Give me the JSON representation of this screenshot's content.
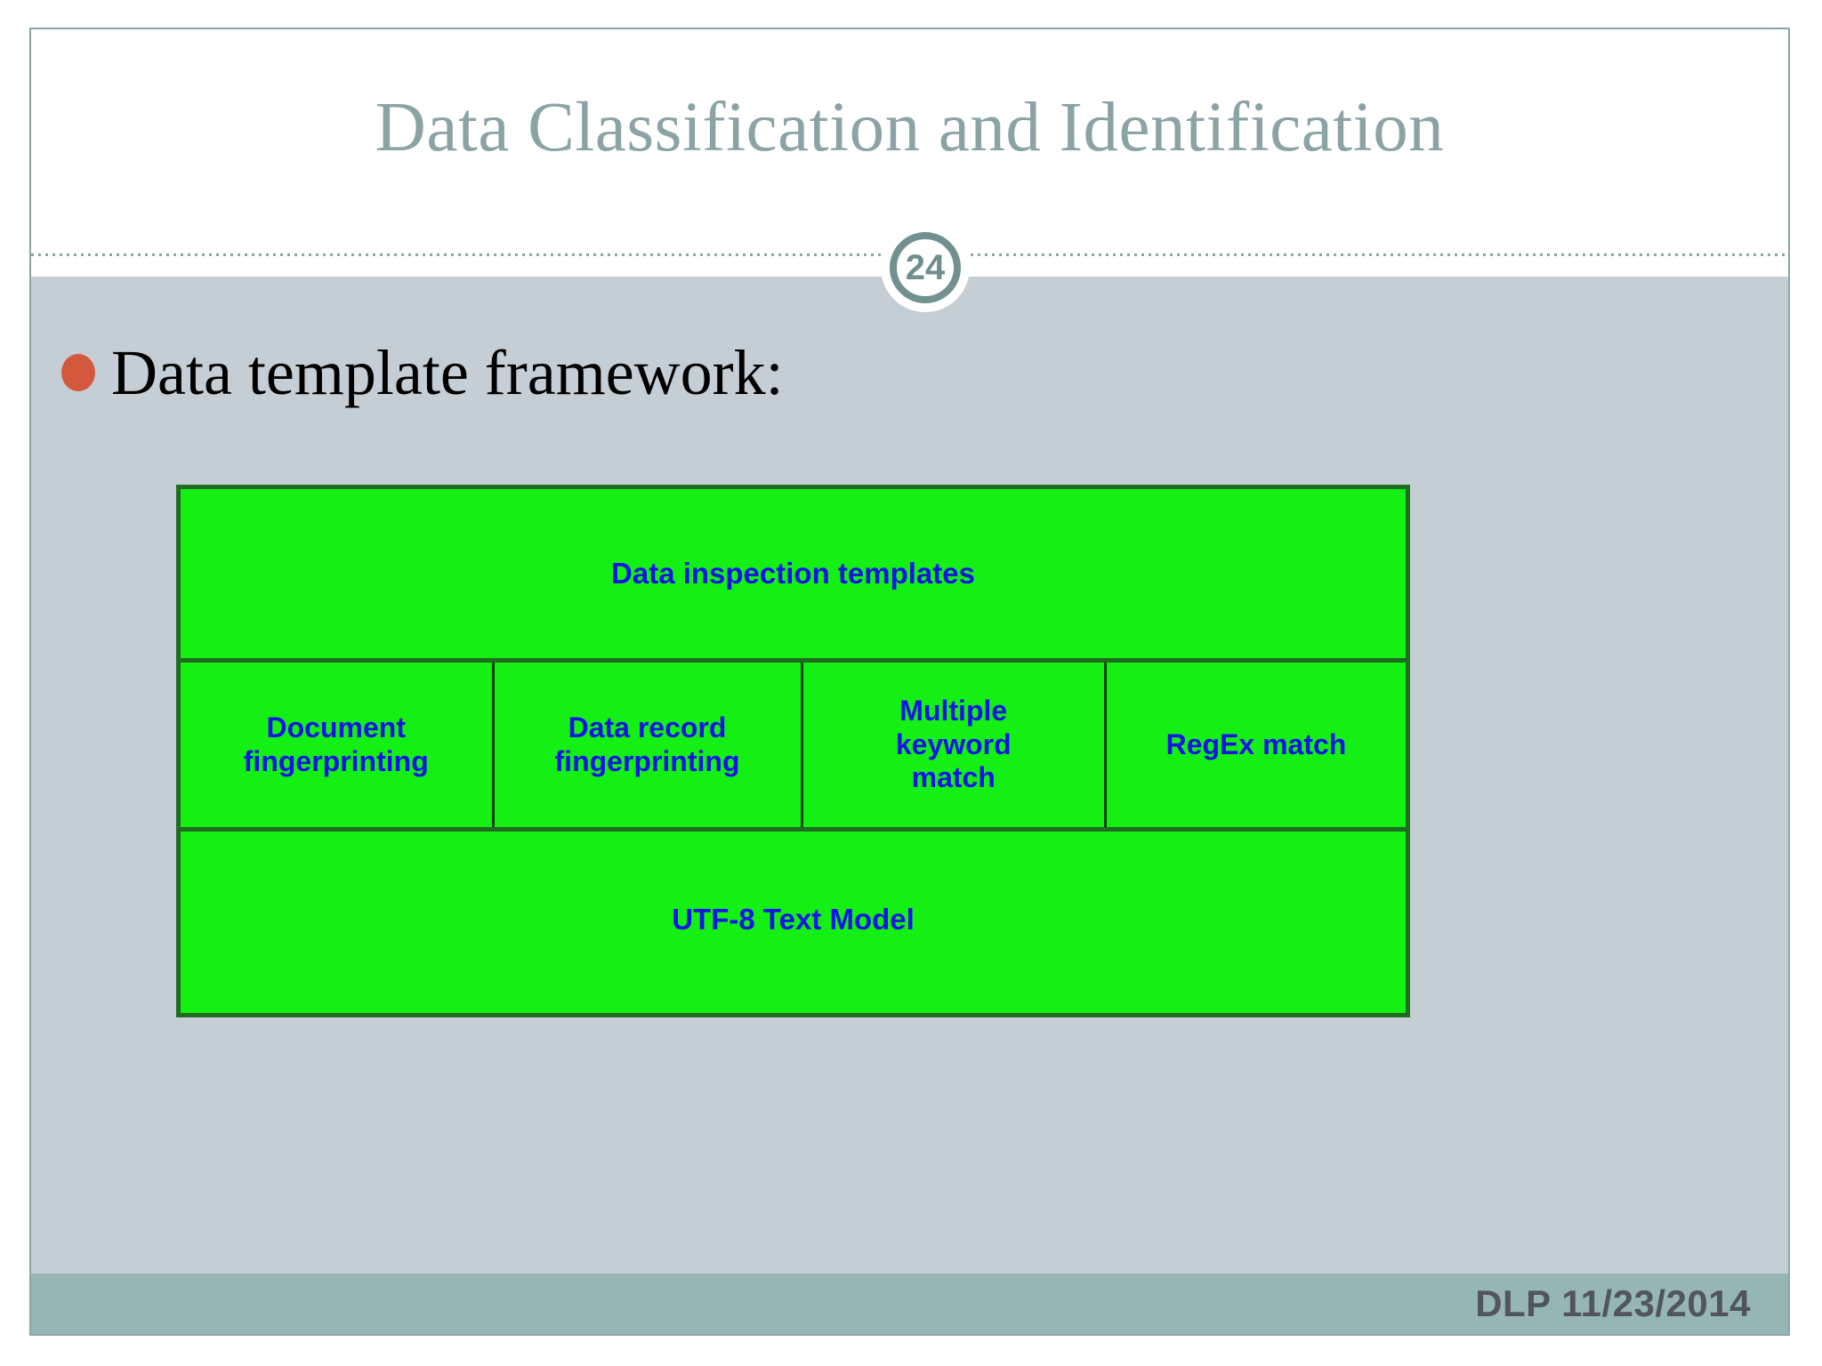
{
  "slide": {
    "title": "Data Classification and Identification",
    "page_number": "24",
    "bullet": {
      "icon": "bullet-dot",
      "text": "Data template framework:"
    },
    "footer": "DLP 11/23/2014"
  },
  "diagram": {
    "name": "data-template-framework-diagram",
    "rows": [
      {
        "id": "top",
        "cells": [
          {
            "id": "inspection-templates",
            "label": "Data  inspection templates"
          }
        ]
      },
      {
        "id": "middle",
        "cells": [
          {
            "id": "document-fingerprinting",
            "label": "Document\nfingerprinting"
          },
          {
            "id": "data-record-fingerprinting",
            "label": "Data record\nfingerprinting"
          },
          {
            "id": "multiple-keyword-match",
            "label": "Multiple\nkeyword\nmatch"
          },
          {
            "id": "regex-match",
            "label": "RegEx  match"
          }
        ]
      },
      {
        "id": "bottom",
        "cells": [
          {
            "id": "utf8-text-model",
            "label": "UTF-8 Text Model"
          }
        ]
      }
    ]
  },
  "colors": {
    "title_text": "#8ba3a4",
    "badge_ring": "#719090",
    "body_background": "#c5ced4",
    "footer_bar": "#96b6b4",
    "footer_text": "#515659",
    "bullet_dot": "#d4593c",
    "diagram_fill": "#14f014",
    "diagram_border": "#1f6b1f",
    "diagram_text": "#1414e6",
    "slide_border": "#8ba4a4"
  }
}
